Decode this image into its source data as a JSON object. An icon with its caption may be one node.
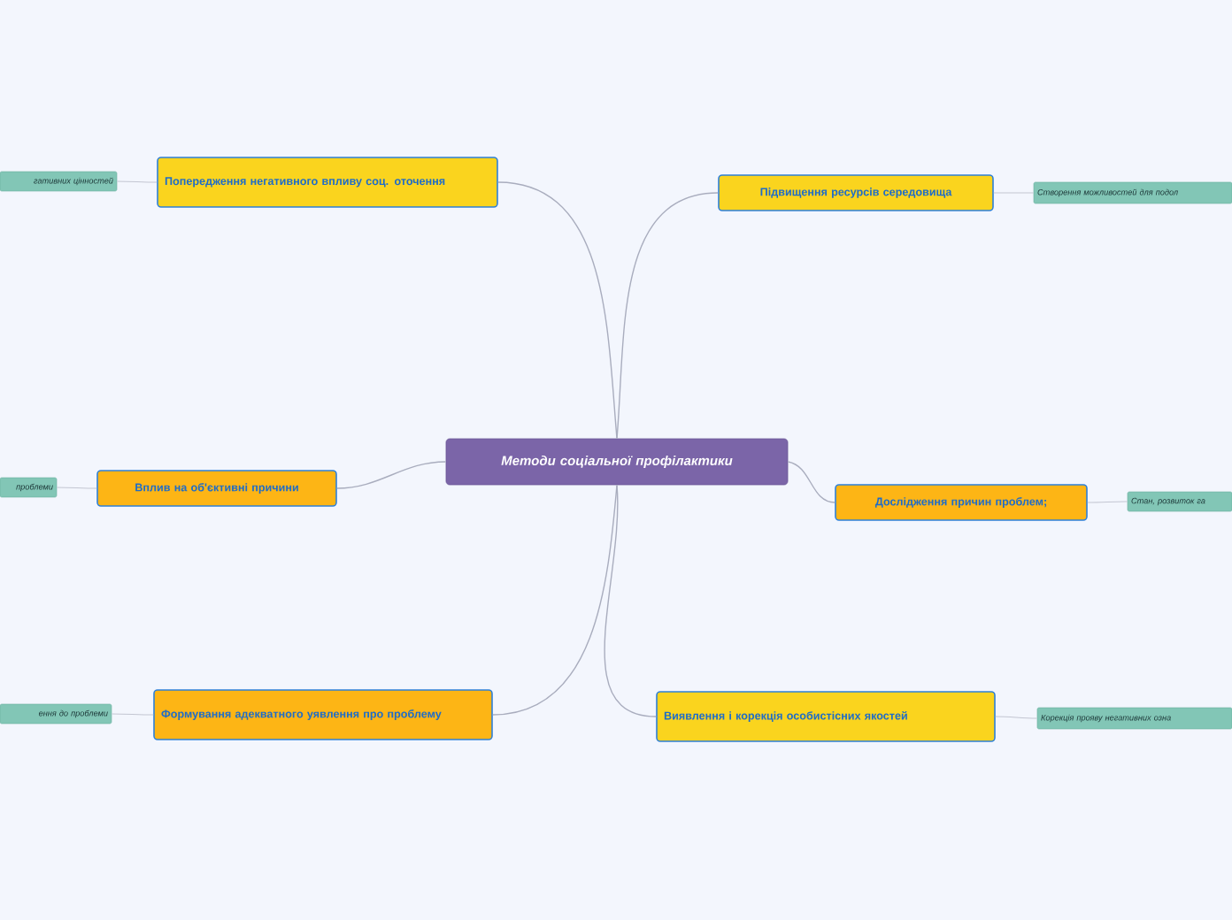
{
  "diagram": {
    "nodes": [
      {
        "text": [
          "Методи соціальної профілактики"
        ]
      },
      {
        "text": [
          "Попередження негативного впливу соц. оточення"
        ]
      },
      {
        "text": [
          "Підвищення ресурсів середовища"
        ]
      },
      {
        "text": [
          "Вплив на об'єктивні причини"
        ]
      },
      {
        "text": [
          "Дослідження причин проблем;"
        ]
      },
      {
        "text": [
          "Формування адекватного уявлення про проблему"
        ]
      },
      {
        "text": [
          "Виявлення і корекція особистісних якостей"
        ]
      },
      {
        "text": [
          "гативних цінностей"
        ]
      },
      {
        "text": [
          "Створення можливостей для подол"
        ]
      },
      {
        "text": [
          "проблеми"
        ]
      },
      {
        "text": [
          "Стан, розвиток га"
        ]
      },
      {
        "text": [
          "ення до проблеми"
        ]
      },
      {
        "text": [
          "Корекція прояву негативних озна"
        ]
      }
    ],
    "edges": [
      {
        "from": 0,
        "to": 1,
        "arrow": "none"
      },
      {
        "from": 0,
        "to": 2,
        "arrow": "none"
      },
      {
        "from": 0,
        "to": 3,
        "arrow": "none"
      },
      {
        "from": 0,
        "to": 4,
        "arrow": "none"
      },
      {
        "from": 0,
        "to": 5,
        "arrow": "none"
      },
      {
        "from": 0,
        "to": 6,
        "arrow": "none"
      },
      {
        "from": 1,
        "to": 7,
        "arrow": "none"
      },
      {
        "from": 2,
        "to": 8,
        "arrow": "none"
      },
      {
        "from": 3,
        "to": 9,
        "arrow": "none"
      },
      {
        "from": 4,
        "to": 10,
        "arrow": "none"
      },
      {
        "from": 5,
        "to": 11,
        "arrow": "none"
      },
      {
        "from": 6,
        "to": 12,
        "arrow": "none"
      }
    ]
  }
}
